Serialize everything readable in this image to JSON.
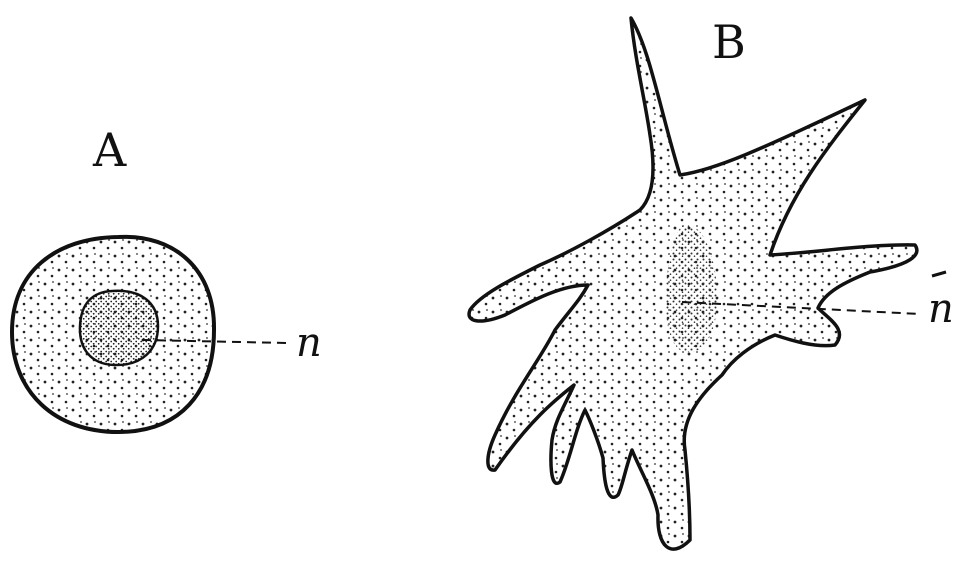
{
  "figure": {
    "panels": [
      {
        "label": "A",
        "pointer_label": "n"
      },
      {
        "label": "B",
        "pointer_label": "n"
      }
    ],
    "ink_color": "#111111",
    "background": "#ffffff"
  }
}
